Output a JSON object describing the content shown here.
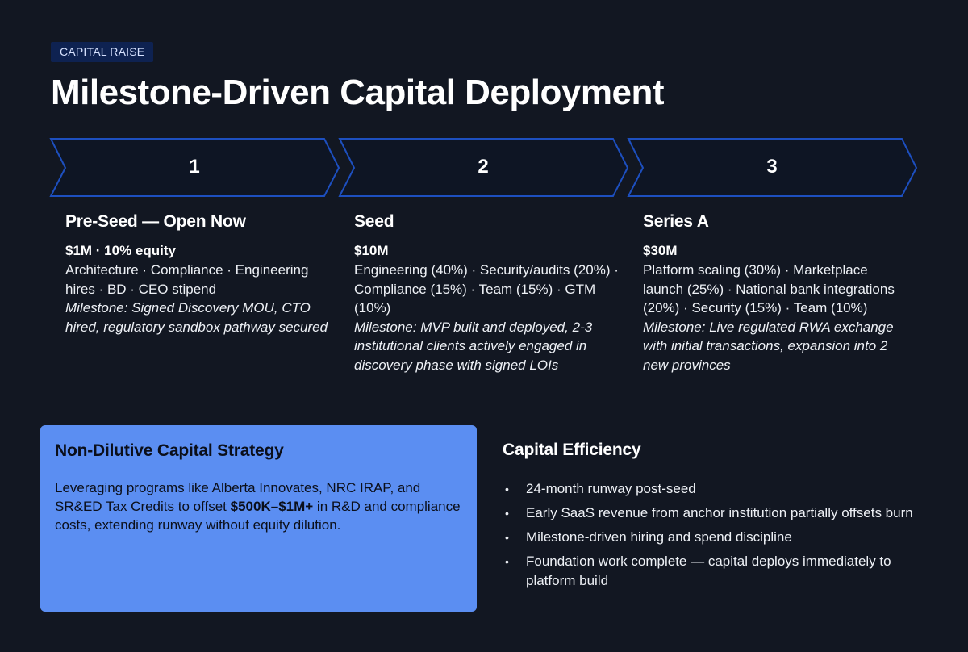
{
  "header": {
    "tag": "CAPITAL RAISE",
    "title": "Milestone-Driven Capital Deployment"
  },
  "stages": [
    {
      "number": "1",
      "title": "Pre-Seed — Open Now",
      "amount": "$1M · 10% equity",
      "allocation": "Architecture · Compliance · Engineering hires · BD · CEO stipend",
      "milestone": "Milestone: Signed Discovery MOU, CTO hired, regulatory sandbox pathway secured"
    },
    {
      "number": "2",
      "title": "Seed",
      "amount": "$10M",
      "allocation": "Engineering (40%) · Security/audits (20%) · Compliance (15%) · Team (15%) · GTM (10%)",
      "milestone": "Milestone: MVP built and deployed, 2-3 institutional clients actively engaged in discovery phase with signed LOIs"
    },
    {
      "number": "3",
      "title": "Series A",
      "amount": "$30M",
      "allocation": "Platform scaling (30%) · Marketplace launch (25%) · National bank integrations (20%) · Security (15%) · Team (10%)",
      "milestone": "Milestone: Live regulated RWA exchange with initial transactions, expansion into 2 new provinces"
    }
  ],
  "non_dilutive": {
    "title": "Non-Dilutive Capital Strategy",
    "body_before": "Leveraging programs like Alberta Innovates, NRC IRAP, and SR&ED Tax Credits to offset ",
    "body_bold": "$500K–$1M+",
    "body_after": " in R&D and compliance costs, extending runway without equity dilution."
  },
  "efficiency": {
    "title": "Capital Efficiency",
    "bullet": "•",
    "items": [
      "24-month runway post-seed",
      "Early SaaS revenue from anchor institution partially offsets burn",
      "Milestone-driven hiring and spend discipline",
      "Foundation work complete — capital deploys immediately to platform build"
    ]
  },
  "colors": {
    "background": "#121722",
    "chevron_fill": "#0e1524",
    "chevron_stroke": "#1d4fbf",
    "tag_bg": "#0e2251",
    "card_bg": "#5b8ef2"
  }
}
